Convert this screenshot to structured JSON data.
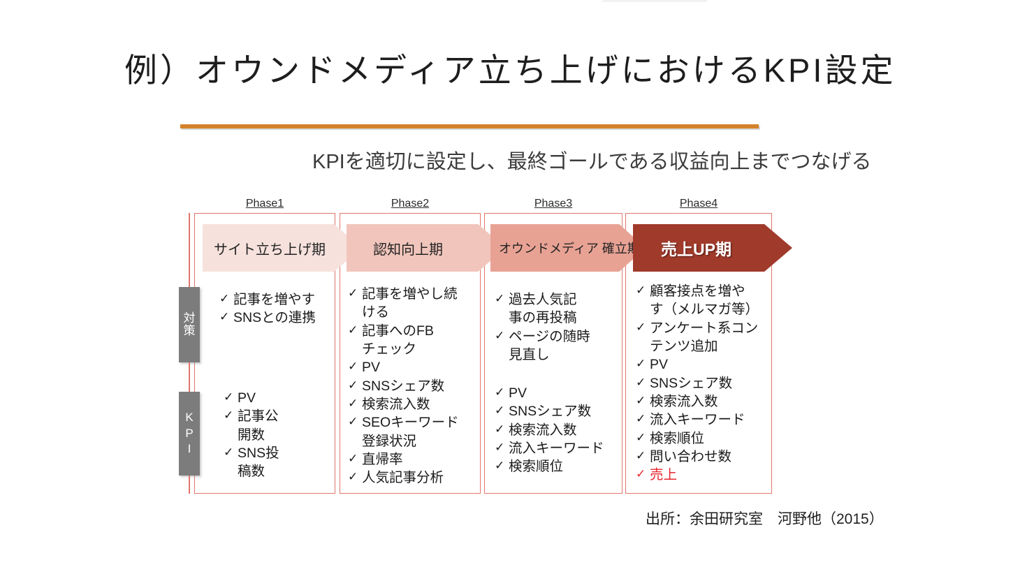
{
  "slide": {
    "title": "例）オウンドメディア立ち上げにおけるKPI設定",
    "subtitle": "KPIを適切に設定し、最終ゴールである収益向上までつなげる",
    "source": "出所：余田研究室　河野他（2015）",
    "accent_rule_color": "#d4822b",
    "box_border_color": "#e2756b",
    "side_tab_color": "#7c7c7c",
    "highlight_color": "#e8262d"
  },
  "side_labels": {
    "measures": {
      "name": "対策",
      "chars": [
        "対",
        "策"
      ]
    },
    "kpi": {
      "name": "KPI",
      "chars": [
        "K",
        "P",
        "I"
      ]
    }
  },
  "phases": [
    {
      "caption": "Phase1",
      "arrow_label": "サイト立ち上げ期",
      "arrow_color": "#f6e1dc",
      "measures": [
        {
          "text": "記事を増やす",
          "bullet": true,
          "highlight": false
        },
        {
          "text": "SNSとの連携",
          "bullet": true,
          "highlight": false
        }
      ],
      "kpis": [
        {
          "text": "PV",
          "bullet": true,
          "highlight": false
        },
        {
          "text": "記事公",
          "bullet": true,
          "highlight": false
        },
        {
          "text": "開数",
          "bullet": false,
          "highlight": false
        },
        {
          "text": "SNS投",
          "bullet": true,
          "highlight": false
        },
        {
          "text": "稿数",
          "bullet": false,
          "highlight": false
        }
      ]
    },
    {
      "caption": "Phase2",
      "arrow_label": "認知向上期",
      "arrow_color": "#f1c5bb",
      "items": [
        {
          "text": "記事を増やし続",
          "bullet": true,
          "highlight": false
        },
        {
          "text": "ける",
          "bullet": false,
          "highlight": false
        },
        {
          "text": "記事へのFB",
          "bullet": true,
          "highlight": false
        },
        {
          "text": "チェック",
          "bullet": false,
          "highlight": false
        },
        {
          "text": "PV",
          "bullet": true,
          "highlight": false
        },
        {
          "text": "SNSシェア数",
          "bullet": true,
          "highlight": false
        },
        {
          "text": "検索流入数",
          "bullet": true,
          "highlight": false
        },
        {
          "text": "SEOキーワード",
          "bullet": true,
          "highlight": false
        },
        {
          "text": "登録状況",
          "bullet": false,
          "highlight": false
        },
        {
          "text": "直帰率",
          "bullet": true,
          "highlight": false
        },
        {
          "text": "人気記事分析",
          "bullet": true,
          "highlight": false
        }
      ]
    },
    {
      "caption": "Phase3",
      "arrow_label": "オウンドメディア 確立期",
      "arrow_color": "#e8a294",
      "measures": [
        {
          "text": "過去人気記",
          "bullet": true,
          "highlight": false
        },
        {
          "text": "事の再投稿",
          "bullet": false,
          "highlight": false
        },
        {
          "text": "ページの随時",
          "bullet": true,
          "highlight": false
        },
        {
          "text": "見直し",
          "bullet": false,
          "highlight": false
        }
      ],
      "kpis": [
        {
          "text": "PV",
          "bullet": true,
          "highlight": false
        },
        {
          "text": "SNSシェア数",
          "bullet": true,
          "highlight": false
        },
        {
          "text": "検索流入数",
          "bullet": true,
          "highlight": false
        },
        {
          "text": "流入キーワード",
          "bullet": true,
          "highlight": false
        },
        {
          "text": "検索順位",
          "bullet": true,
          "highlight": false
        }
      ]
    },
    {
      "caption": "Phase4",
      "arrow_label": "売上UP期",
      "arrow_color": "#a03a2b",
      "items": [
        {
          "text": "顧客接点を増や",
          "bullet": true,
          "highlight": false
        },
        {
          "text": "す（メルマガ等）",
          "bullet": false,
          "highlight": false
        },
        {
          "text": "アンケート系コン",
          "bullet": true,
          "highlight": false
        },
        {
          "text": "テンツ追加",
          "bullet": false,
          "highlight": false
        },
        {
          "text": "PV",
          "bullet": true,
          "highlight": false
        },
        {
          "text": "SNSシェア数",
          "bullet": true,
          "highlight": false
        },
        {
          "text": "検索流入数",
          "bullet": true,
          "highlight": false
        },
        {
          "text": "流入キーワード",
          "bullet": true,
          "highlight": false
        },
        {
          "text": "検索順位",
          "bullet": true,
          "highlight": false
        },
        {
          "text": "問い合わせ数",
          "bullet": true,
          "highlight": false
        },
        {
          "text": "売上",
          "bullet": true,
          "highlight": true
        }
      ]
    }
  ],
  "icons": {
    "check": "✓"
  }
}
